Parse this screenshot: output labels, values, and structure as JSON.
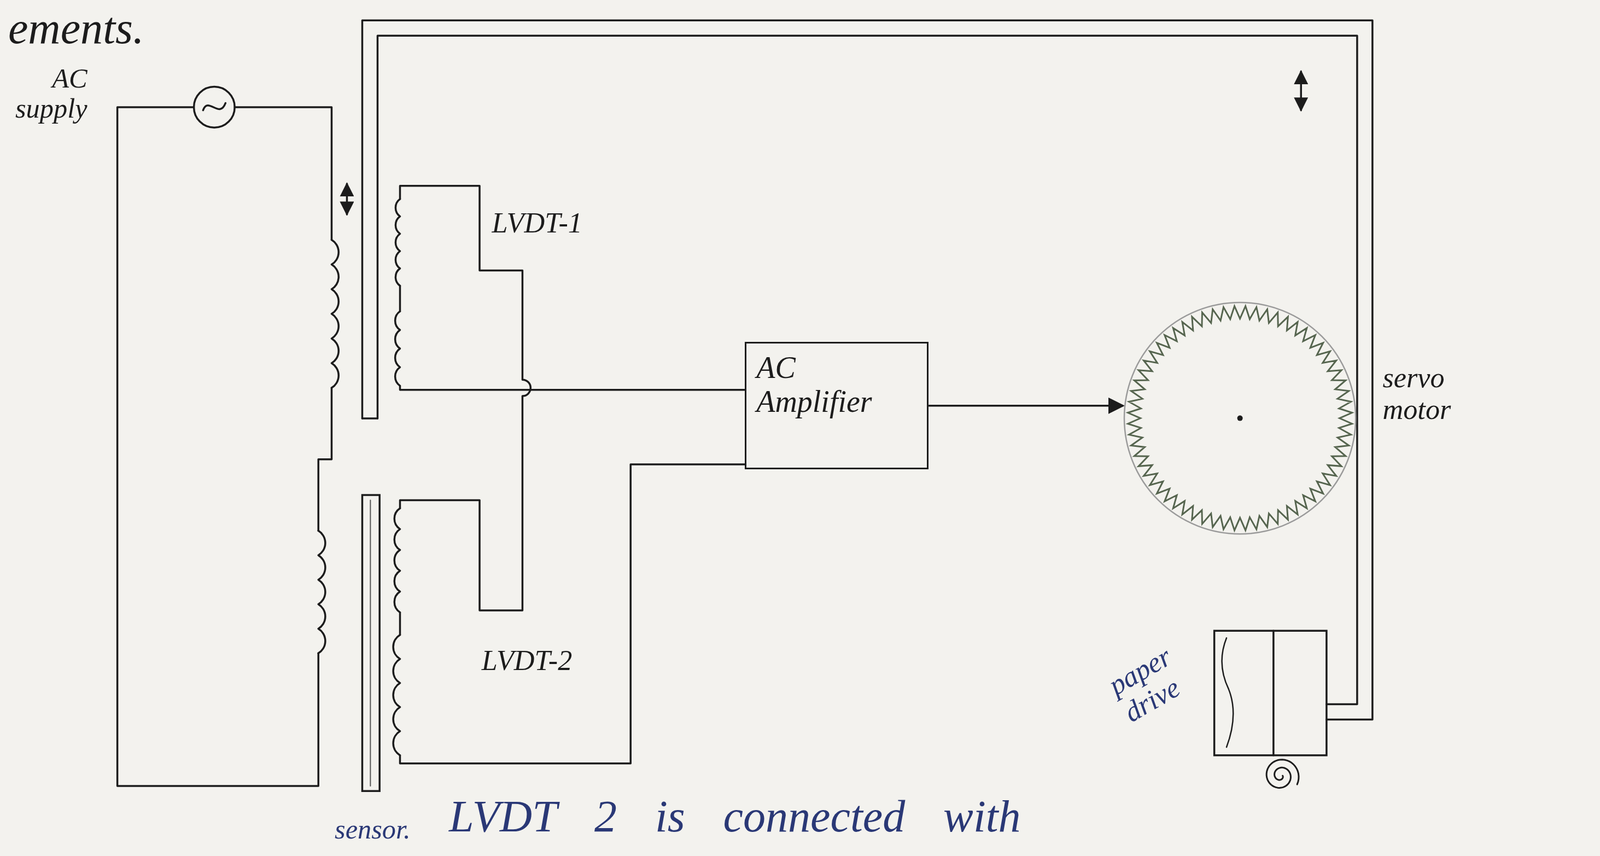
{
  "diagram": {
    "nodes": [
      {
        "text": [
          "AC Amplifier"
        ]
      },
      {
        "text": [
          "servo motor"
        ]
      }
    ],
    "edges": [
      {
        "from": 0,
        "to": 1,
        "arrow": "to"
      }
    ],
    "labels": [
      "ements.",
      "AC supply",
      "LVDT-1",
      "LVDT-2",
      "paper drive",
      "sensor.",
      "LVDT 2 is connected with"
    ]
  }
}
